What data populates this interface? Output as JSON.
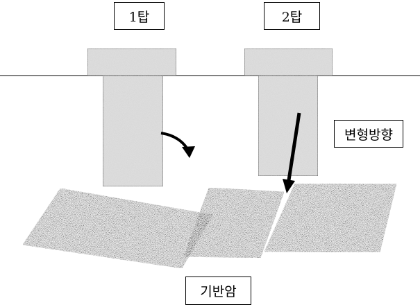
{
  "labels": {
    "tower1": "1탑",
    "tower2": "2탑",
    "deformation_direction": "변형방향",
    "bedrock": "기반암"
  },
  "colors": {
    "pier_fill": "#e2e2e2",
    "rock_fill": "#8a8a8a",
    "line": "#000000"
  }
}
